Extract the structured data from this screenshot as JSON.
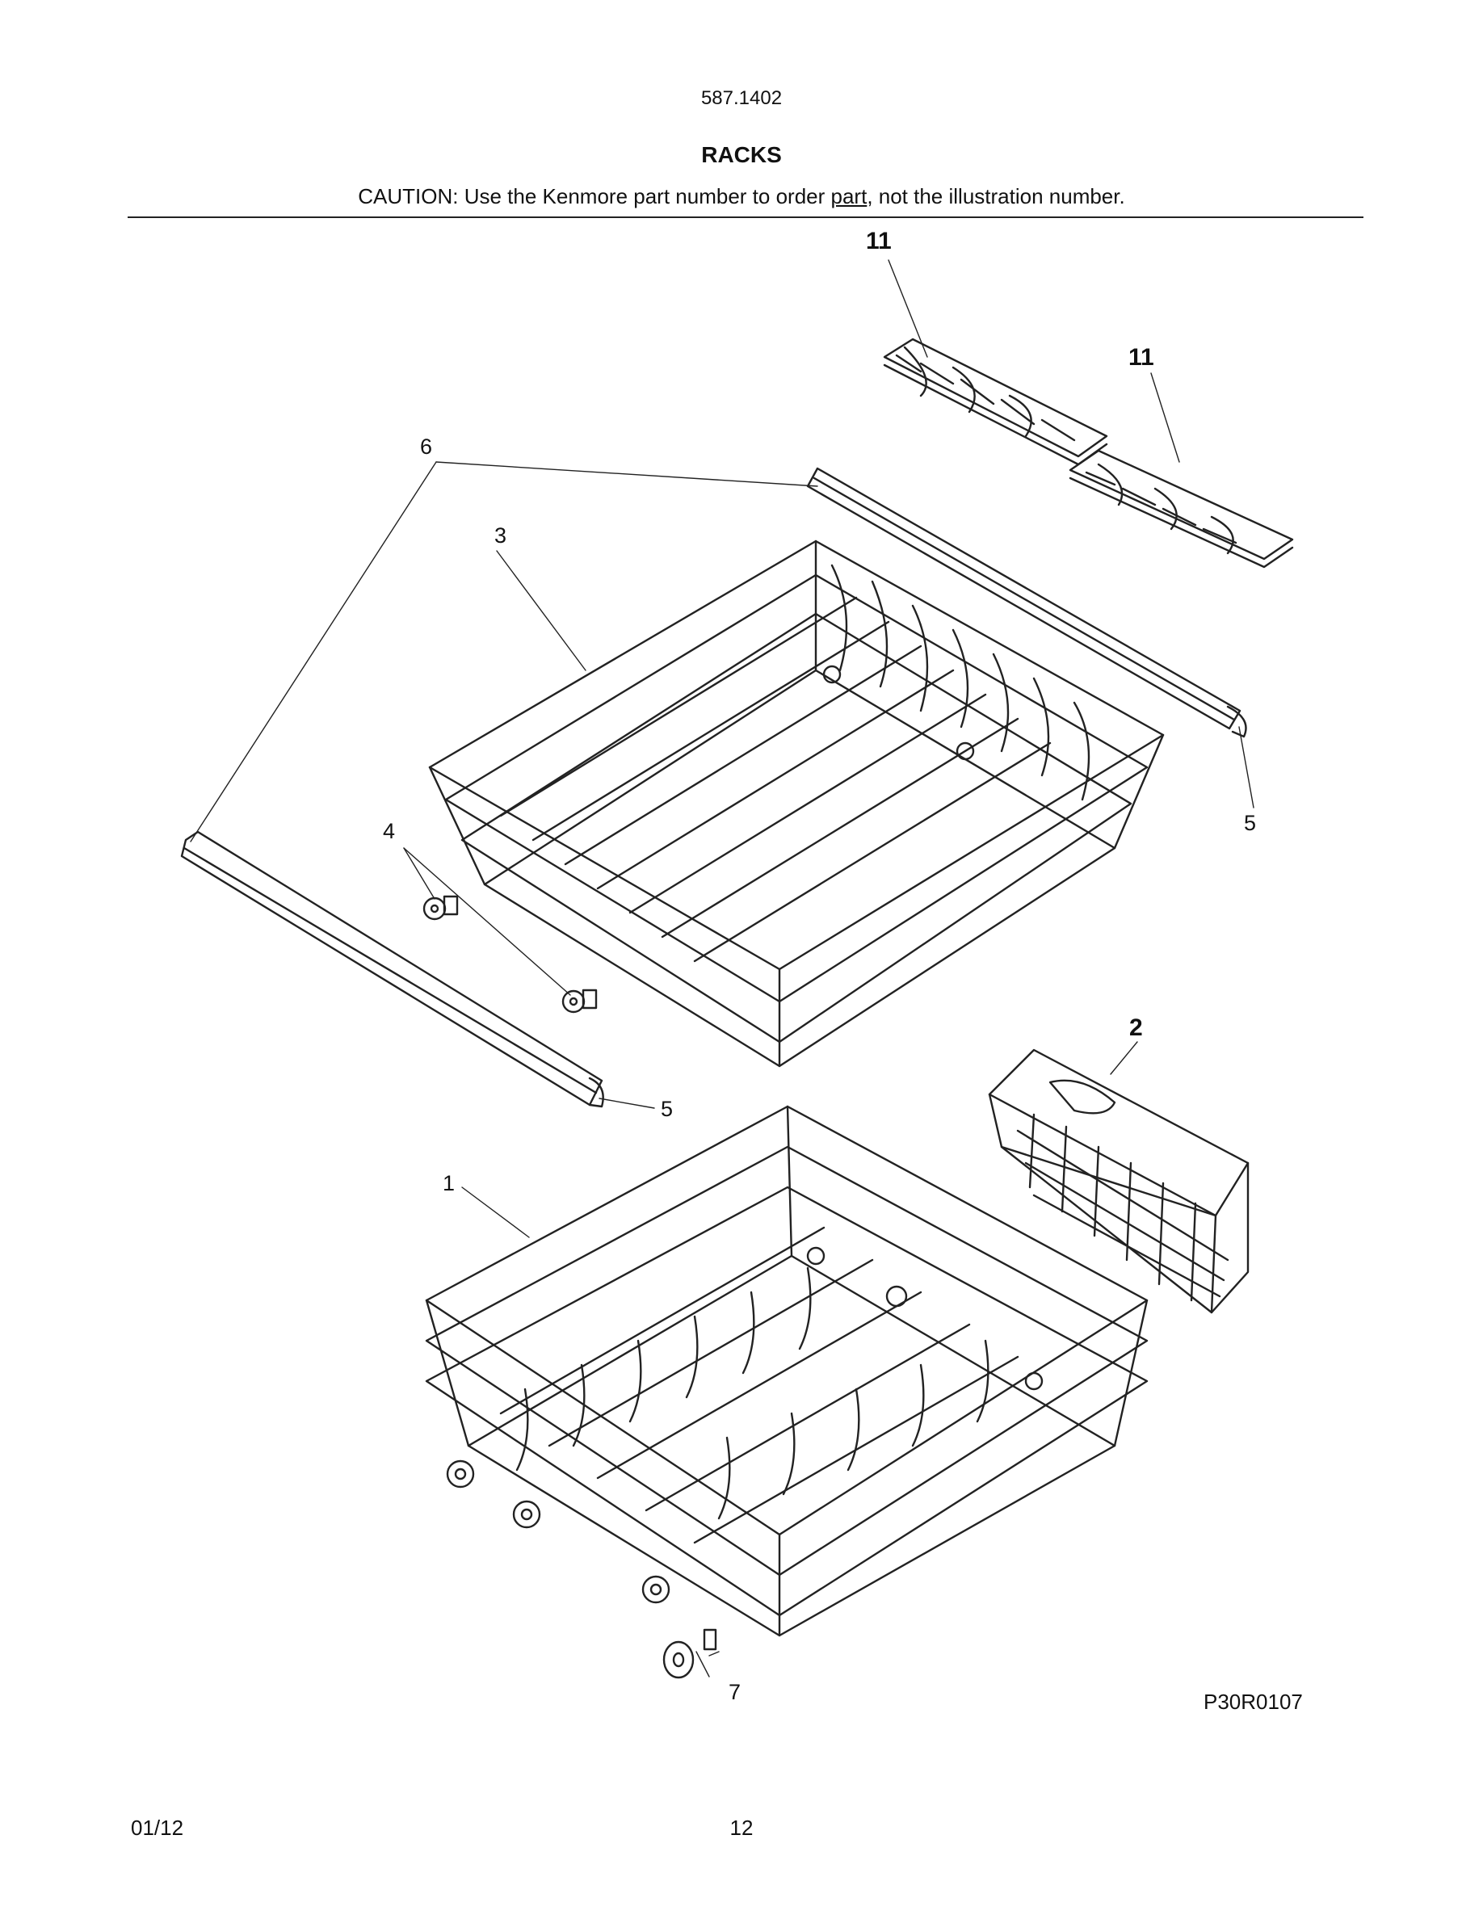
{
  "header": {
    "model_number": "587.1402",
    "section_title": "RACKS",
    "caution_before": "CAUTION: Use the Kenmore part number to order ",
    "caution_underlined": "part",
    "caution_after": ", not the illustration number."
  },
  "diagram": {
    "callouts": {
      "c11a": "11",
      "c11b": "11",
      "c6": "6",
      "c3": "3",
      "c4": "4",
      "c5a": "5",
      "c5b": "5",
      "c2": "2",
      "c1": "1",
      "c7": "7"
    },
    "figure_code": "P30R0107"
  },
  "footer": {
    "date": "01/12",
    "page": "12"
  }
}
